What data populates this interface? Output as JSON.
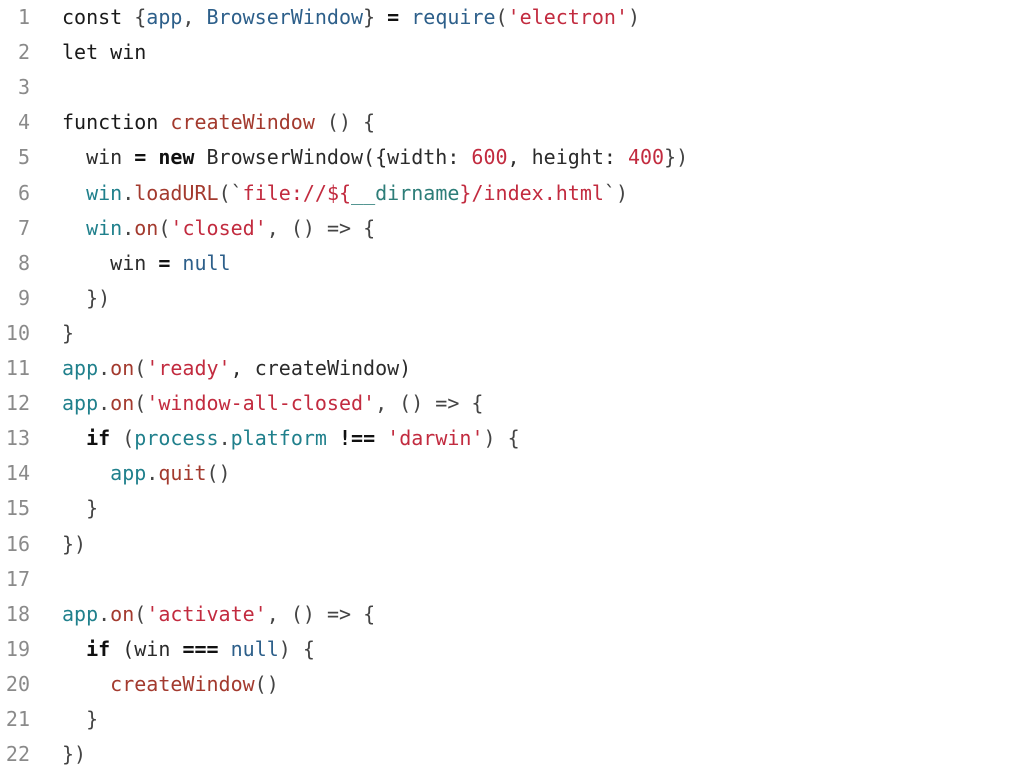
{
  "editor": {
    "language": "javascript",
    "colors": {
      "background": "#ffffff",
      "line_number": "#8a8a8a",
      "plain": "#2b2b2b",
      "string": "#c22b3f",
      "identifier": "#2d5f8a",
      "object": "#20808c",
      "function_name": "#a33a2e"
    },
    "lines": [
      {
        "number": "1",
        "tokens": [
          {
            "text": "const ",
            "type": "keyword"
          },
          {
            "text": "{",
            "type": "punct"
          },
          {
            "text": "app",
            "type": "ident"
          },
          {
            "text": ", ",
            "type": "punct"
          },
          {
            "text": "BrowserWindow",
            "type": "ident"
          },
          {
            "text": "} ",
            "type": "punct"
          },
          {
            "text": "=",
            "type": "bold"
          },
          {
            "text": " ",
            "type": "plain"
          },
          {
            "text": "require",
            "type": "ident"
          },
          {
            "text": "(",
            "type": "punct"
          },
          {
            "text": "'electron'",
            "type": "string"
          },
          {
            "text": ")",
            "type": "punct"
          }
        ]
      },
      {
        "number": "2",
        "tokens": [
          {
            "text": "let win",
            "type": "keyword"
          }
        ]
      },
      {
        "number": "3",
        "tokens": []
      },
      {
        "number": "4",
        "tokens": [
          {
            "text": "function ",
            "type": "keyword"
          },
          {
            "text": "createWindow",
            "type": "func"
          },
          {
            "text": " () {",
            "type": "punct"
          }
        ]
      },
      {
        "number": "5",
        "tokens": [
          {
            "text": "  win ",
            "type": "plain"
          },
          {
            "text": "=",
            "type": "bold"
          },
          {
            "text": " ",
            "type": "plain"
          },
          {
            "text": "new",
            "type": "bold"
          },
          {
            "text": " BrowserWindow({width: ",
            "type": "plain"
          },
          {
            "text": "600",
            "type": "number"
          },
          {
            "text": ", height: ",
            "type": "plain"
          },
          {
            "text": "400",
            "type": "number"
          },
          {
            "text": "})",
            "type": "punct"
          }
        ]
      },
      {
        "number": "6",
        "tokens": [
          {
            "text": "  win",
            "type": "object"
          },
          {
            "text": ".",
            "type": "punct"
          },
          {
            "text": "loadURL",
            "type": "method"
          },
          {
            "text": "(`",
            "type": "punct"
          },
          {
            "text": "file://${",
            "type": "string"
          },
          {
            "text": "__dirname",
            "type": "interp"
          },
          {
            "text": "}",
            "type": "string"
          },
          {
            "text": "/index.html",
            "type": "string"
          },
          {
            "text": "`)",
            "type": "punct"
          }
        ]
      },
      {
        "number": "7",
        "tokens": [
          {
            "text": "  win",
            "type": "object"
          },
          {
            "text": ".",
            "type": "punct"
          },
          {
            "text": "on",
            "type": "method"
          },
          {
            "text": "(",
            "type": "punct"
          },
          {
            "text": "'closed'",
            "type": "string"
          },
          {
            "text": ", () => {",
            "type": "punct"
          }
        ]
      },
      {
        "number": "8",
        "tokens": [
          {
            "text": "    win ",
            "type": "plain"
          },
          {
            "text": "=",
            "type": "bold"
          },
          {
            "text": " ",
            "type": "plain"
          },
          {
            "text": "null",
            "type": "builtin"
          }
        ]
      },
      {
        "number": "9",
        "tokens": [
          {
            "text": "  })",
            "type": "punct"
          }
        ]
      },
      {
        "number": "10",
        "tokens": [
          {
            "text": "}",
            "type": "punct"
          }
        ]
      },
      {
        "number": "11",
        "tokens": [
          {
            "text": "app",
            "type": "object"
          },
          {
            "text": ".",
            "type": "punct"
          },
          {
            "text": "on",
            "type": "method"
          },
          {
            "text": "(",
            "type": "punct"
          },
          {
            "text": "'ready'",
            "type": "string"
          },
          {
            "text": ", createWindow)",
            "type": "plain"
          }
        ]
      },
      {
        "number": "12",
        "tokens": [
          {
            "text": "app",
            "type": "object"
          },
          {
            "text": ".",
            "type": "punct"
          },
          {
            "text": "on",
            "type": "method"
          },
          {
            "text": "(",
            "type": "punct"
          },
          {
            "text": "'window-all-closed'",
            "type": "string"
          },
          {
            "text": ", () => {",
            "type": "punct"
          }
        ]
      },
      {
        "number": "13",
        "tokens": [
          {
            "text": "  ",
            "type": "plain"
          },
          {
            "text": "if",
            "type": "bold"
          },
          {
            "text": " (",
            "type": "punct"
          },
          {
            "text": "process",
            "type": "object"
          },
          {
            "text": ".",
            "type": "punct"
          },
          {
            "text": "platform",
            "type": "object"
          },
          {
            "text": " ",
            "type": "plain"
          },
          {
            "text": "!==",
            "type": "bold"
          },
          {
            "text": " ",
            "type": "plain"
          },
          {
            "text": "'darwin'",
            "type": "string"
          },
          {
            "text": ") {",
            "type": "punct"
          }
        ]
      },
      {
        "number": "14",
        "tokens": [
          {
            "text": "    app",
            "type": "object"
          },
          {
            "text": ".",
            "type": "punct"
          },
          {
            "text": "quit",
            "type": "method"
          },
          {
            "text": "()",
            "type": "punct"
          }
        ]
      },
      {
        "number": "15",
        "tokens": [
          {
            "text": "  }",
            "type": "punct"
          }
        ]
      },
      {
        "number": "16",
        "tokens": [
          {
            "text": "})",
            "type": "punct"
          }
        ]
      },
      {
        "number": "17",
        "tokens": []
      },
      {
        "number": "18",
        "tokens": [
          {
            "text": "app",
            "type": "object"
          },
          {
            "text": ".",
            "type": "punct"
          },
          {
            "text": "on",
            "type": "method"
          },
          {
            "text": "(",
            "type": "punct"
          },
          {
            "text": "'activate'",
            "type": "string"
          },
          {
            "text": ", () => {",
            "type": "punct"
          }
        ]
      },
      {
        "number": "19",
        "tokens": [
          {
            "text": "  ",
            "type": "plain"
          },
          {
            "text": "if",
            "type": "bold"
          },
          {
            "text": " (win ",
            "type": "plain"
          },
          {
            "text": "===",
            "type": "bold"
          },
          {
            "text": " ",
            "type": "plain"
          },
          {
            "text": "null",
            "type": "builtin"
          },
          {
            "text": ") {",
            "type": "punct"
          }
        ]
      },
      {
        "number": "20",
        "tokens": [
          {
            "text": "    ",
            "type": "plain"
          },
          {
            "text": "createWindow",
            "type": "func"
          },
          {
            "text": "()",
            "type": "punct"
          }
        ]
      },
      {
        "number": "21",
        "tokens": [
          {
            "text": "  }",
            "type": "punct"
          }
        ]
      },
      {
        "number": "22",
        "tokens": [
          {
            "text": "})",
            "type": "punct"
          }
        ]
      }
    ]
  }
}
